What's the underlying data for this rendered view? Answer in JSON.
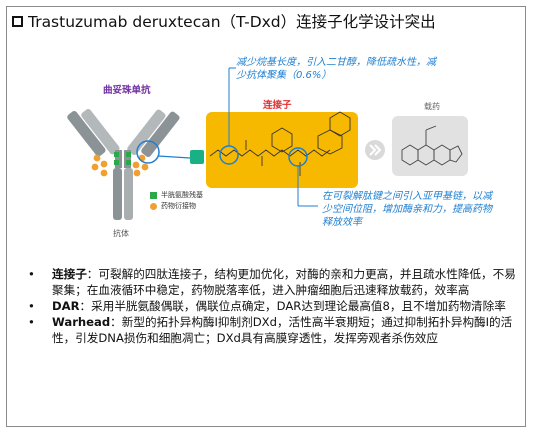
{
  "title": "Trastuzumab deruxtecan（T-Dxd）连接子化学设计突出",
  "diagram": {
    "antibody_label": "曲妥珠单抗",
    "antibody_bottom_label": "抗体",
    "linker_label": "连接子",
    "payload_label": "载药",
    "annotation_top": "减少烷基长度，引入二甘醇，降低疏水性，减少抗体聚集（0.6%）",
    "annotation_bottom": "在可裂解肽键之间引入亚甲基链，以减少空间位阻，增加酶亲和力，提高药物释放效率",
    "legend": [
      {
        "label": "半胱氨酸残基",
        "color": "#2aa84a"
      },
      {
        "label": "药物衍接物",
        "color": "#f0a030"
      }
    ],
    "colors": {
      "antibody_label": "#7030a0",
      "linker_label": "#e03030",
      "linker_box": "#f7b800",
      "annotation": "#1f7fd0",
      "antibody": "#8c9396"
    }
  },
  "bullets": [
    {
      "term": "连接子",
      "sep": "：",
      "text": "可裂解的四肽连接子，结构更加优化，对酶的亲和力更高，并且疏水性降低，不易聚集；在血液循环中稳定，药物脱落率低，进入肿瘤细胞后迅速释放载药，效率高"
    },
    {
      "term": "DAR",
      "sep": "：",
      "text": "采用半胱氨酸偶联，偶联位点确定，DAR达到理论最高值8，且不增加药物清除率"
    },
    {
      "term": "Warhead",
      "sep": "：",
      "text": "新型的拓扑异构酶I抑制剂DXd，活性高半衰期短；通过抑制拓扑异构酶I的活性，引发DNA损伤和细胞凋亡；DXd具有高膜穿透性，发挥旁观者杀伤效应"
    }
  ]
}
